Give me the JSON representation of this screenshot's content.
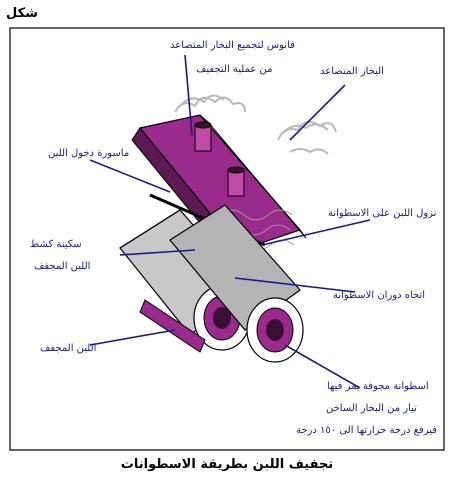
{
  "figure_word": "شكل",
  "caption": "تجفيف اللبن بطريقة الاسطوانات",
  "labels": {
    "hood": [
      "فانوس لتجميع البخار المتصاعد",
      "من عملية التجفيف"
    ],
    "rising_steam": "البخار المتصاعد",
    "inlet_pipe": "ماسورة دخول اللبن",
    "milk_descent": "نزول اللبن على الاسطوانة",
    "scraper": [
      "سكينة كشط",
      "اللبن المجفف"
    ],
    "rotation": "اتجاه دوران الاسطوانة",
    "dried_milk": "اللبن المجفف",
    "hollow_cylinder": [
      "اسطوانة مجوفة يمر فيها",
      "تيار من البخار الساخن",
      "فيرفع درجة حرارتها الى ١٥٠ درجة"
    ]
  },
  "colors": {
    "frame": "#000000",
    "accent": "#9a2b8c",
    "leader": "#1a1a8c",
    "steam": "#b8b8b8"
  }
}
